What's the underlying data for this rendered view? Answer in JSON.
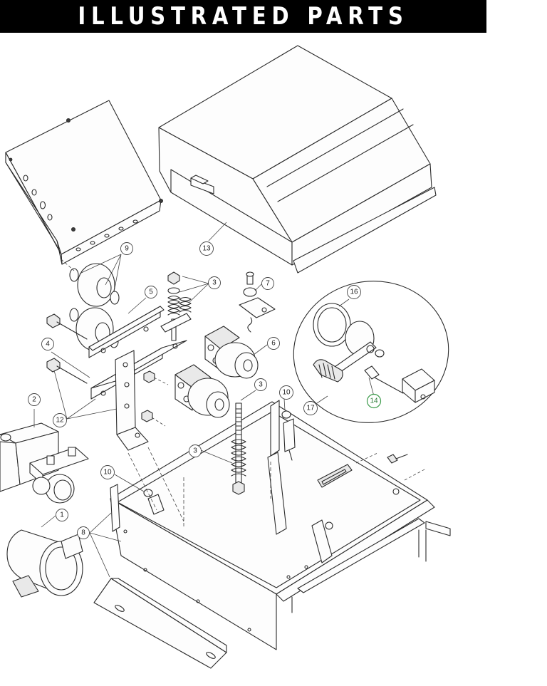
{
  "header": {
    "title": "ILLUSTRATED PARTS",
    "bar_color": "#000000",
    "text_color": "#ffffff"
  },
  "callouts": [
    {
      "id": "c9",
      "label": "9"
    },
    {
      "id": "c5",
      "label": "5"
    },
    {
      "id": "c3a",
      "label": "3"
    },
    {
      "id": "c7",
      "label": "7"
    },
    {
      "id": "c13",
      "label": "13"
    },
    {
      "id": "c16",
      "label": "16"
    },
    {
      "id": "c4",
      "label": "4"
    },
    {
      "id": "c6",
      "label": "6"
    },
    {
      "id": "c3b",
      "label": "3"
    },
    {
      "id": "c2",
      "label": "2"
    },
    {
      "id": "c10a",
      "label": "10"
    },
    {
      "id": "c12",
      "label": "12"
    },
    {
      "id": "c14",
      "label": "14",
      "color": "#3c9a4a"
    },
    {
      "id": "c17",
      "label": "17"
    },
    {
      "id": "c3c",
      "label": "3"
    },
    {
      "id": "c10b",
      "label": "10"
    },
    {
      "id": "c1",
      "label": "1"
    },
    {
      "id": "c8",
      "label": "8"
    }
  ]
}
